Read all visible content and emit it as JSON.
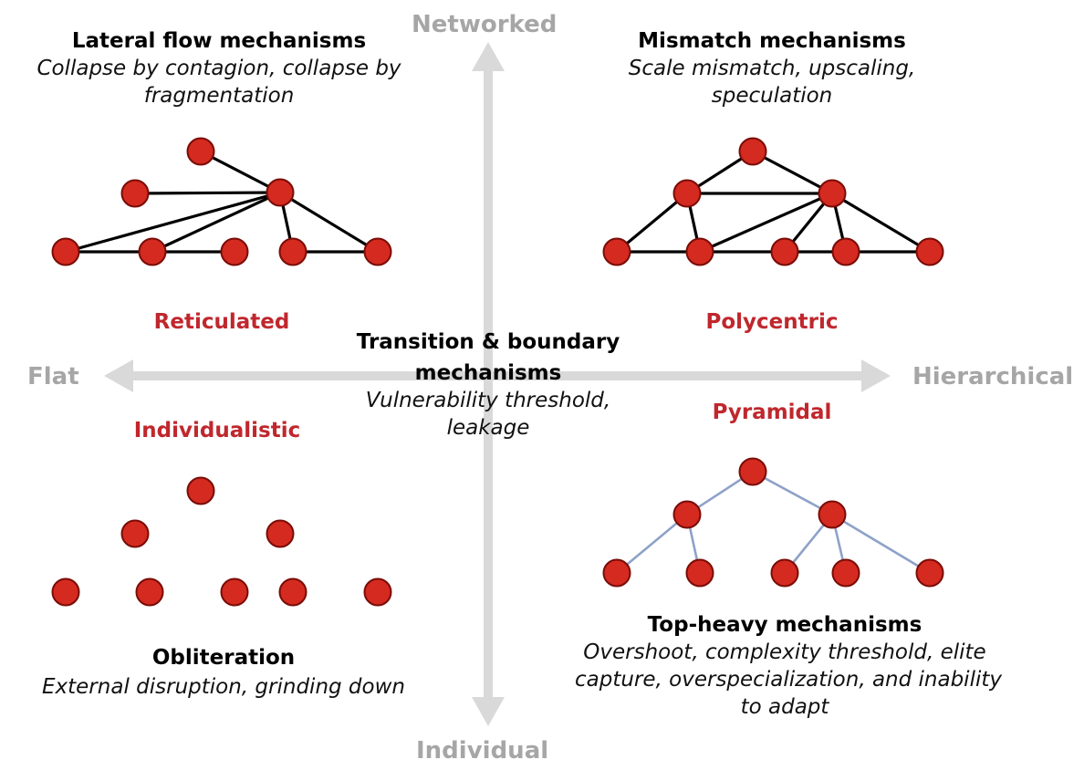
{
  "axes": {
    "top": "Networked",
    "bottom": "Individual",
    "left": "Flat",
    "right": "Hierarchical"
  },
  "quadrants": {
    "top_left": {
      "heading": "Lateral flow mechanisms",
      "description_lines": [
        "Collapse by contagion, collapse by",
        "fragmentation"
      ],
      "type": "Reticulated"
    },
    "top_right": {
      "heading": "Mismatch mechanisms",
      "description_lines": [
        "Scale mismatch, upscaling,",
        "speculation"
      ],
      "type": "Polycentric"
    },
    "bottom_left": {
      "type": "Individualistic",
      "heading": "Obliteration",
      "description_lines": [
        "External disruption, grinding down"
      ]
    },
    "bottom_right": {
      "type": "Pyramidal",
      "heading": "Top-heavy mechanisms",
      "description_lines": [
        "Overshoot, complexity threshold, elite",
        "capture, overspecialization, and inability",
        "to adapt"
      ]
    }
  },
  "center": {
    "heading_lines": [
      "Transition & boundary",
      "mechanisms"
    ],
    "description_lines": [
      "Vulnerability threshold,",
      "leakage"
    ]
  },
  "colors": {
    "node_fill": "#d42a20",
    "node_stroke": "#7a0c06",
    "axis": "#d9d9d9",
    "network_edge": "#000000",
    "pyramid_edge": "#8ea2c8",
    "type_label": "#c0272d"
  }
}
